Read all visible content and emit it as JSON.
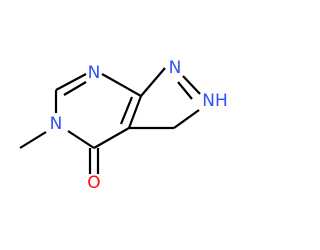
{
  "molecule": {
    "atoms": {
      "n7": {
        "symbol": "N",
        "color": "#3050f8"
      },
      "n5": {
        "symbol": "N",
        "color": "#3050f8"
      },
      "n1": {
        "symbol": "N",
        "color": "#3050f8"
      },
      "n2": {
        "symbol": "NH",
        "color": "#3050f8",
        "h_suffix": "H"
      },
      "o4": {
        "symbol": "O",
        "color": "#ff0d0d"
      }
    },
    "bond_color": "#000000",
    "background": "#ffffff"
  }
}
